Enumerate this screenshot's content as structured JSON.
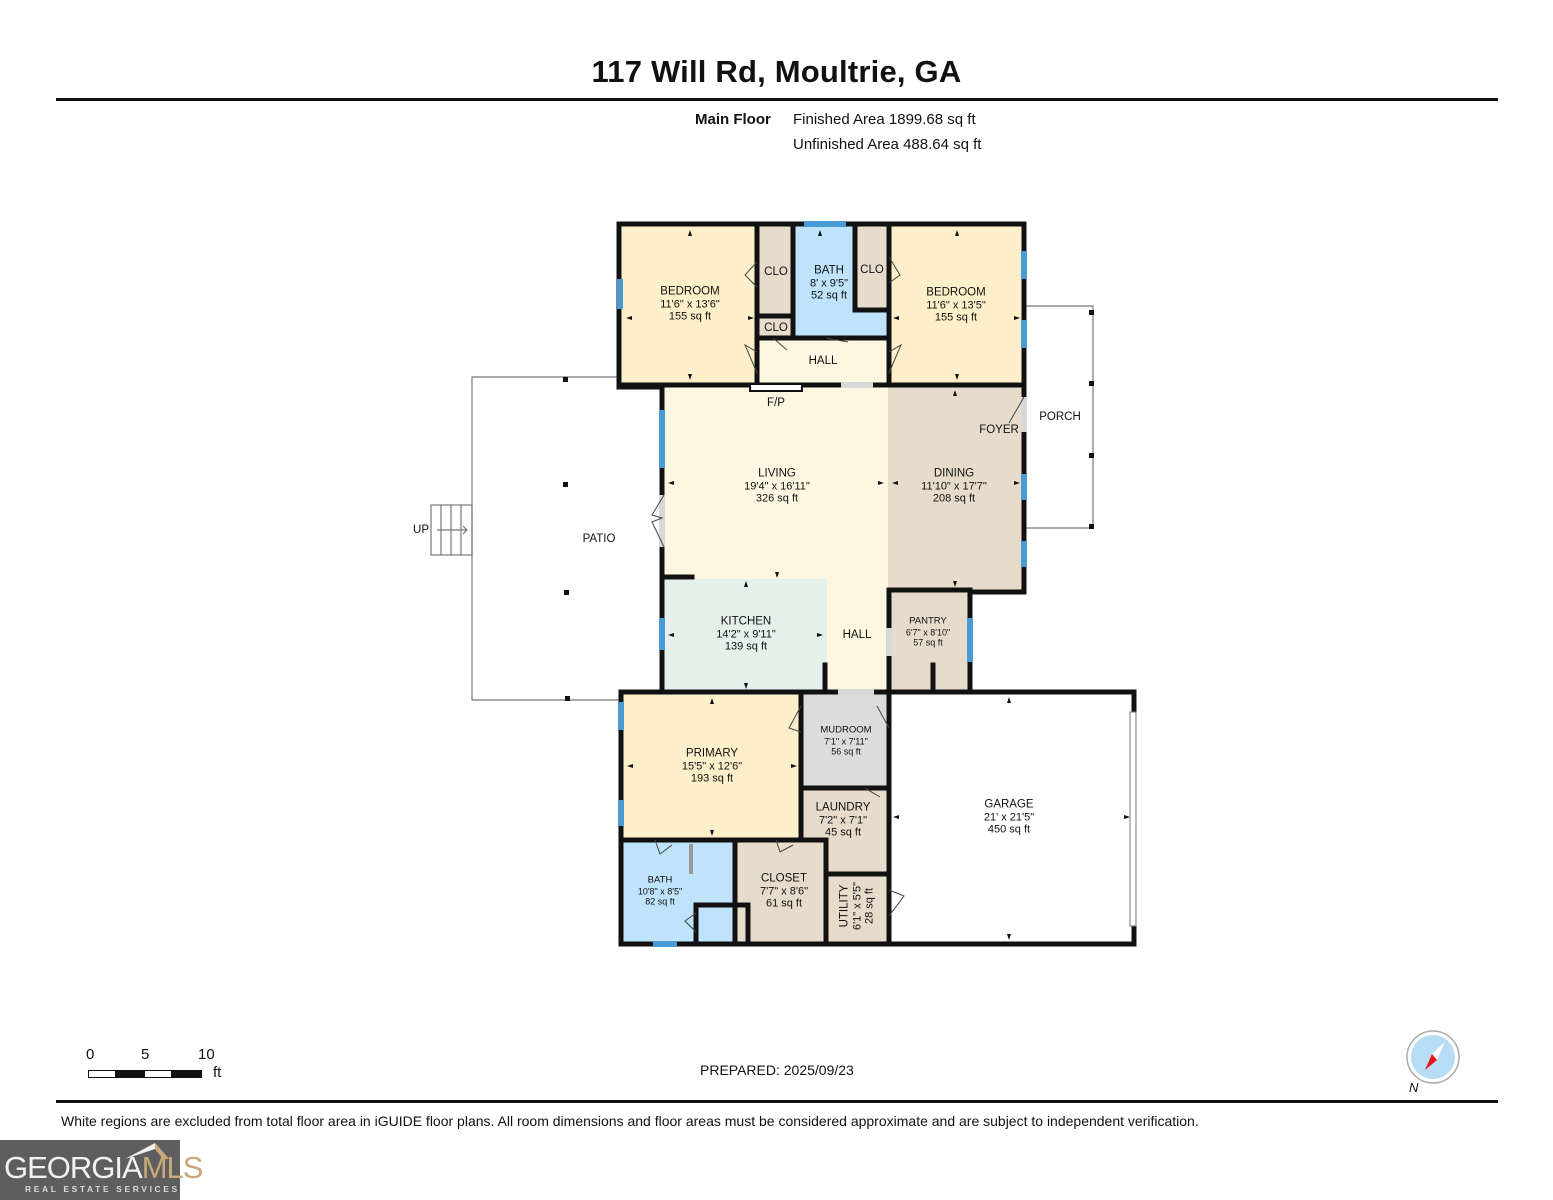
{
  "header": {
    "title": "117 Will Rd, Moultrie, GA",
    "floor_name": "Main Floor",
    "finished_area": "Finished Area 1899.68 sq ft",
    "unfinished_area": "Unfinished Area 488.64 sq ft"
  },
  "colors": {
    "bedroom": "#fdefc9",
    "living": "#fdf6e1",
    "dining": "#e7dccc",
    "closet": "#e7dccc",
    "bath": "#bfe3fb",
    "kitchen": "#e3f1ea",
    "mudroom": "#dcdcdc",
    "wall": "#111111",
    "window": "#4a9ad6"
  },
  "rooms": {
    "bedroom_left": {
      "name": "BEDROOM",
      "dims": "11'6\" x 13'6\"",
      "area": "155 sq ft"
    },
    "bath_upper": {
      "name": "BATH",
      "dims": "8' x 9'5\"",
      "area": "52 sq ft"
    },
    "bedroom_right": {
      "name": "BEDROOM",
      "dims": "11'6\" x 13'5\"",
      "area": "155 sq ft"
    },
    "clo_1": {
      "name": "CLO"
    },
    "clo_2": {
      "name": "CLO"
    },
    "clo_3": {
      "name": "CLO"
    },
    "hall_upper": {
      "name": "HALL"
    },
    "fireplace": {
      "name": "F/P"
    },
    "living": {
      "name": "LIVING",
      "dims": "19'4\" x 16'11\"",
      "area": "326 sq ft"
    },
    "dining": {
      "name": "DINING",
      "dims": "11'10\" x 17'7\"",
      "area": "208 sq ft"
    },
    "foyer": {
      "name": "FOYER"
    },
    "porch": {
      "name": "PORCH"
    },
    "patio": {
      "name": "PATIO"
    },
    "stairs": {
      "name": "UP"
    },
    "kitchen": {
      "name": "KITCHEN",
      "dims": "14'2\" x 9'11\"",
      "area": "139 sq ft"
    },
    "hall_lower": {
      "name": "HALL"
    },
    "pantry": {
      "name": "PANTRY",
      "dims": "6'7\" x 8'10\"",
      "area": "57 sq ft"
    },
    "primary": {
      "name": "PRIMARY",
      "dims": "15'5\" x 12'6\"",
      "area": "193 sq ft"
    },
    "mudroom": {
      "name": "MUDROOM",
      "dims": "7'1\" x 7'11\"",
      "area": "56 sq ft"
    },
    "laundry": {
      "name": "LAUNDRY",
      "dims": "7'2\" x 7'1\"",
      "area": "45 sq ft"
    },
    "garage": {
      "name": "GARAGE",
      "dims": "21' x 21'5\"",
      "area": "450 sq ft"
    },
    "bath_primary": {
      "name": "BATH",
      "dims": "10'8\" x 8'5\"",
      "area": "82 sq ft"
    },
    "closet": {
      "name": "CLOSET",
      "dims": "7'7\" x 8'6\"",
      "area": "61 sq ft"
    },
    "utility": {
      "name": "UTILITY",
      "dims": "6'1\" x 5'5\"",
      "area": "28 sq ft"
    }
  },
  "scale": {
    "ticks": [
      "0",
      "5",
      "10"
    ],
    "unit": "ft"
  },
  "compass": {
    "label": "N",
    "icon": "compass-icon"
  },
  "footer": {
    "prepared": "PREPARED: 2025/09/23",
    "disclaimer": "White regions are excluded from total floor area in iGUIDE floor plans. All room dimensions and floor areas must be considered approximate and are subject to independent verification."
  },
  "logo": {
    "brand_a": "GEORGIA",
    "brand_b": "MLS",
    "tagline": "REAL ESTATE SERVICES"
  }
}
